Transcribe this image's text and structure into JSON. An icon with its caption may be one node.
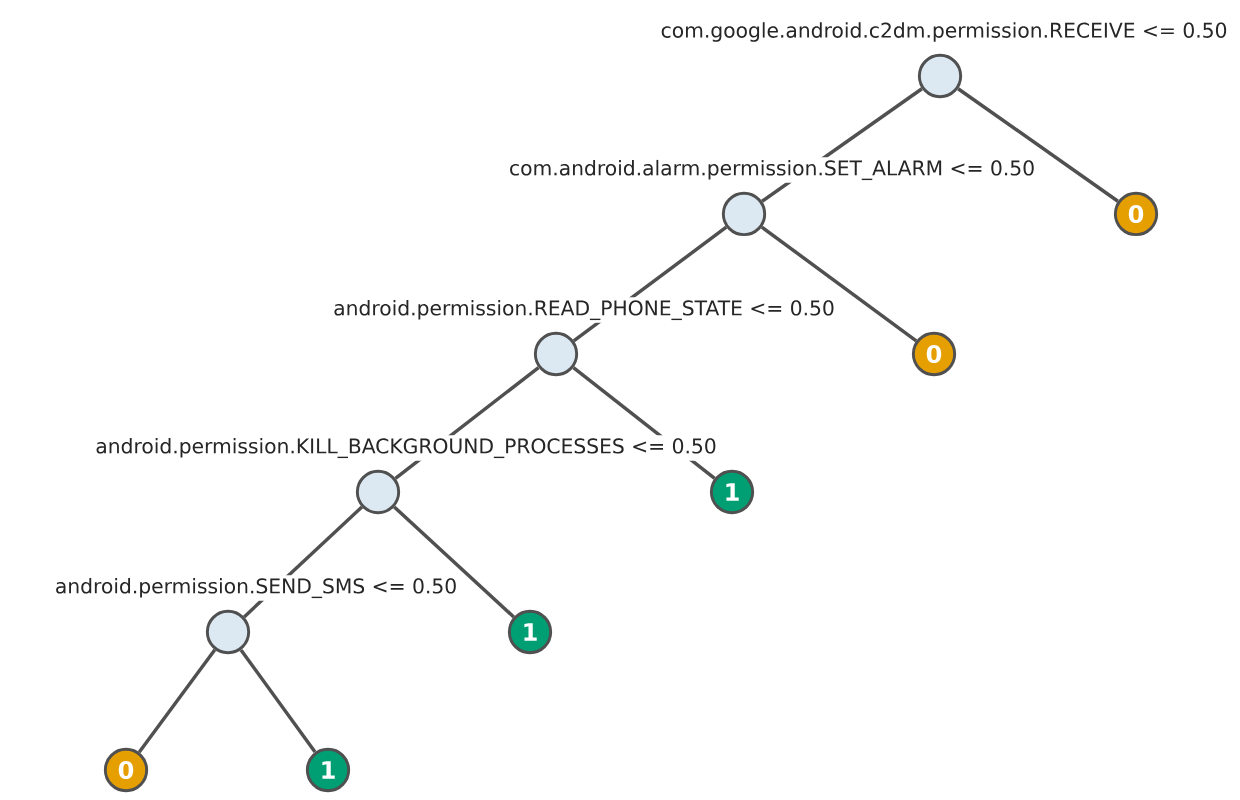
{
  "diagram": {
    "nodes": [
      {
        "text": [],
        "shape": "circle",
        "beside": [
          "com.google.android.c2dm.permission.RECEIVE <= 0.50"
        ]
      },
      {
        "text": [],
        "shape": "circle",
        "beside": [
          "com.android.alarm.permission.SET_ALARM <= 0.50"
        ]
      },
      {
        "text": [
          "0"
        ]
      },
      {
        "text": [],
        "shape": "circle",
        "beside": [
          "android.permission.READ_PHONE_STATE <= 0.50"
        ]
      },
      {
        "text": [
          "0"
        ]
      },
      {
        "text": [],
        "shape": "circle",
        "beside": [
          "android.permission.KILL_BACKGROUND_PROCESSES <= 0.50"
        ]
      },
      {
        "text": [
          "1"
        ]
      },
      {
        "text": [],
        "shape": "circle",
        "beside": [
          "android.permission.SEND_SMS <= 0.50"
        ]
      },
      {
        "text": [
          "1"
        ]
      },
      {
        "text": [
          "0"
        ]
      },
      {
        "text": [
          "1"
        ]
      }
    ],
    "edges": [
      {
        "from": 0,
        "to": 1,
        "arrow": "none"
      },
      {
        "from": 0,
        "to": 2,
        "arrow": "none"
      },
      {
        "from": 1,
        "to": 3,
        "arrow": "none"
      },
      {
        "from": 1,
        "to": 4,
        "arrow": "none"
      },
      {
        "from": 3,
        "to": 5,
        "arrow": "none"
      },
      {
        "from": 3,
        "to": 6,
        "arrow": "none"
      },
      {
        "from": 5,
        "to": 7,
        "arrow": "none"
      },
      {
        "from": 5,
        "to": 8,
        "arrow": "none"
      },
      {
        "from": 7,
        "to": 9,
        "arrow": "none"
      },
      {
        "from": 7,
        "to": 10,
        "arrow": "none"
      }
    ]
  }
}
